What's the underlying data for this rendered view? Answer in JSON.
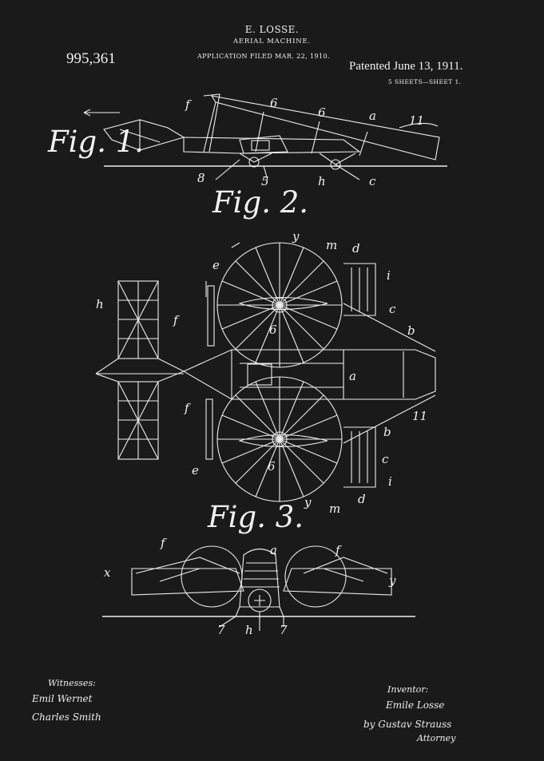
{
  "header": {
    "inventor": "E. LOSSE.",
    "title": "AERIAL MACHINE.",
    "filed": "APPLICATION FILED MAR. 22, 1910.",
    "patent_number": "995,361",
    "patented": "Patented June 13, 1911.",
    "sheets": "5 SHEETS—SHEET 1."
  },
  "figures": {
    "fig1": "Fig. 1.",
    "fig2": "Fig. 2.",
    "fig3": "Fig. 3."
  },
  "labels": {
    "fig1": [
      "f",
      "6",
      "6",
      "a",
      "11",
      "8",
      "5",
      "h",
      "c"
    ],
    "fig2": [
      "y",
      "m",
      "d",
      "e",
      "i",
      "c",
      "h",
      "b",
      "f",
      "6",
      "a",
      "11",
      "f",
      "b",
      "e",
      "6",
      "c",
      "y",
      "m",
      "d",
      "i"
    ],
    "fig3": [
      "f",
      "a",
      "f",
      "x",
      "y",
      "7",
      "h",
      "7"
    ]
  },
  "signatures": {
    "witnesses_heading": "Witnesses:",
    "witness1": "Emil Wernet",
    "witness2": "Charles Smith",
    "inventor_heading": "Inventor:",
    "inventor": "Emile Losse",
    "attorney_by": "by Gustav Strauss",
    "attorney": "Attorney"
  },
  "colors": {
    "background": "#1a1a1a",
    "ink": "#f2f2f2"
  }
}
